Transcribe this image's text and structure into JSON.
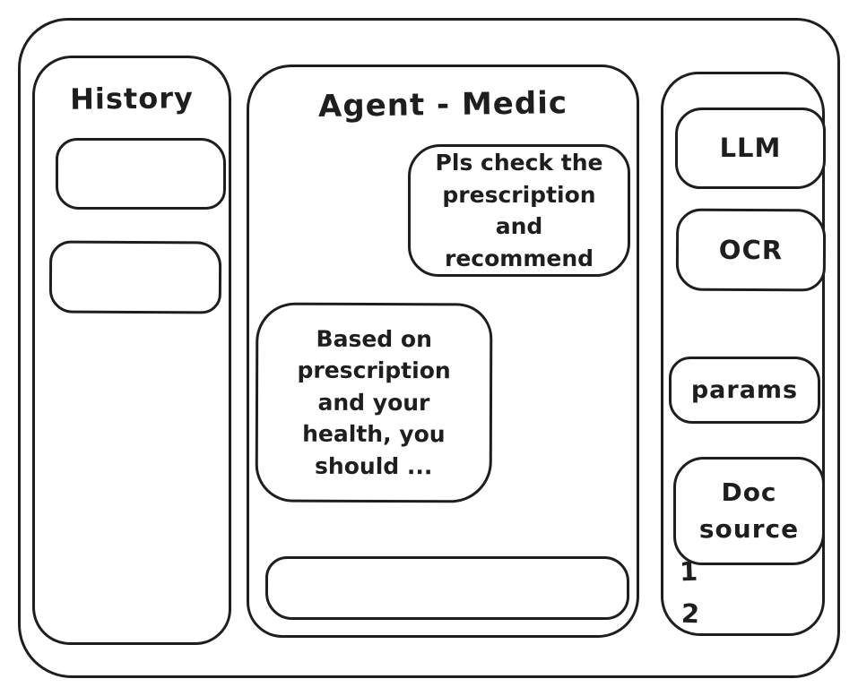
{
  "colors": {
    "ink": "#1e1e1e",
    "background": "#ffffff"
  },
  "history_panel": {
    "title": "History",
    "items": [
      {
        "label": ""
      },
      {
        "label": ""
      }
    ]
  },
  "chat_panel": {
    "title": "Agent - Medic",
    "messages": [
      {
        "role": "user",
        "text": "Pls check the\nprescription\nand recommend"
      },
      {
        "role": "agent",
        "text": "Based on\nprescription\nand your\nhealth, you\nshould ..."
      }
    ],
    "input_value": ""
  },
  "tools_panel": {
    "buttons": [
      {
        "label": "LLM"
      },
      {
        "label": "OCR"
      },
      {
        "label": "params"
      },
      {
        "label": "Doc\nsource"
      }
    ],
    "doc_source_items": [
      {
        "label": "1"
      },
      {
        "label": "2"
      }
    ]
  }
}
